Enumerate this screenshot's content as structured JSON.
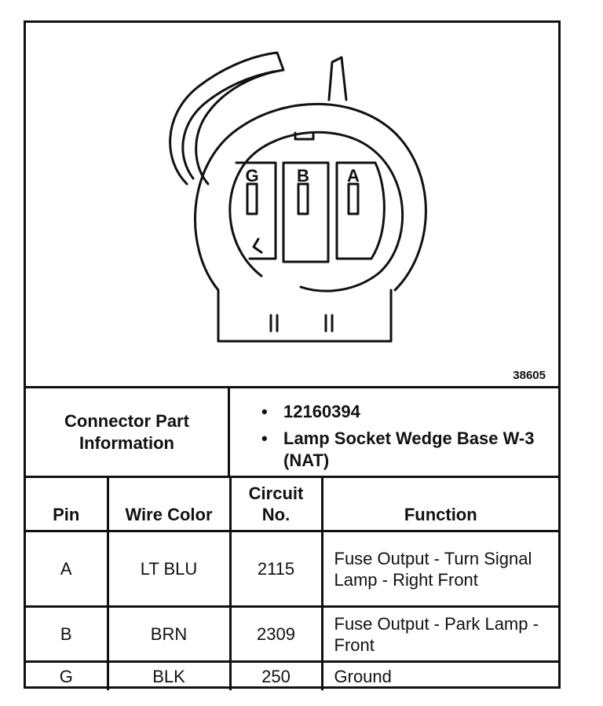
{
  "diagram": {
    "figure_number": "38605",
    "pin_labels": [
      "G",
      "B",
      "A"
    ]
  },
  "connector_info": {
    "label": "Connector Part Information",
    "items": [
      {
        "bullet": "•",
        "text": "12160394"
      },
      {
        "bullet": "•",
        "text": "Lamp Socket Wedge Base W-3 (NAT)"
      }
    ]
  },
  "table": {
    "headers": {
      "pin": "Pin",
      "wire_color": "Wire Color",
      "circuit_no": "Circuit No.",
      "function": "Function"
    },
    "rows": [
      {
        "pin": "A",
        "wire_color": "LT BLU",
        "circuit_no": "2115",
        "function": "Fuse Output - Turn Signal Lamp - Right Front"
      },
      {
        "pin": "B",
        "wire_color": "BRN",
        "circuit_no": "2309",
        "function": "Fuse Output - Park Lamp - Front"
      },
      {
        "pin": "G",
        "wire_color": "BLK",
        "circuit_no": "250",
        "function": "Ground"
      }
    ]
  }
}
